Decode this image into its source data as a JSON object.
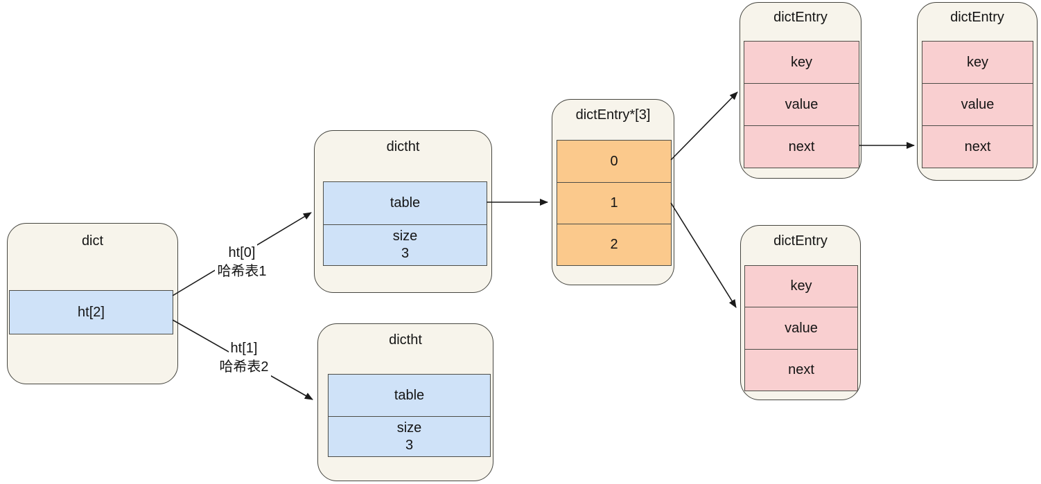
{
  "boxes": {
    "dict": {
      "title": "dict",
      "rows": [
        {
          "line1": "ht[2]"
        }
      ]
    },
    "dictht_top": {
      "title": "dictht",
      "rows": [
        {
          "line1": "table"
        },
        {
          "line1": "size",
          "line2": "3"
        }
      ]
    },
    "dictht_bottom": {
      "title": "dictht",
      "rows": [
        {
          "line1": "table"
        },
        {
          "line1": "size",
          "line2": "3"
        }
      ]
    },
    "bucket_array": {
      "title": "dictEntry*[3]",
      "rows": [
        {
          "line1": "0"
        },
        {
          "line1": "1"
        },
        {
          "line1": "2"
        }
      ]
    },
    "entry_top_first": {
      "title": "dictEntry",
      "rows": [
        {
          "line1": "key"
        },
        {
          "line1": "value"
        },
        {
          "line1": "next"
        }
      ]
    },
    "entry_top_second": {
      "title": "dictEntry",
      "rows": [
        {
          "line1": "key"
        },
        {
          "line1": "value"
        },
        {
          "line1": "next"
        }
      ]
    },
    "entry_bottom": {
      "title": "dictEntry",
      "rows": [
        {
          "line1": "key"
        },
        {
          "line1": "value"
        },
        {
          "line1": "next"
        }
      ]
    }
  },
  "labels": {
    "ht0": {
      "line1": "ht[0]",
      "line2": "哈希表1"
    },
    "ht1": {
      "line1": "ht[1]",
      "line2": "哈希表2"
    }
  },
  "colors": {
    "container_fill": "#f7f4eb",
    "blue_fill": "#cfe2f8",
    "orange_fill": "#fbc98c",
    "pink_fill": "#f9cfd0",
    "border": "#45453f",
    "connector": "#1a1a1a",
    "label_background": "#ffffff"
  }
}
